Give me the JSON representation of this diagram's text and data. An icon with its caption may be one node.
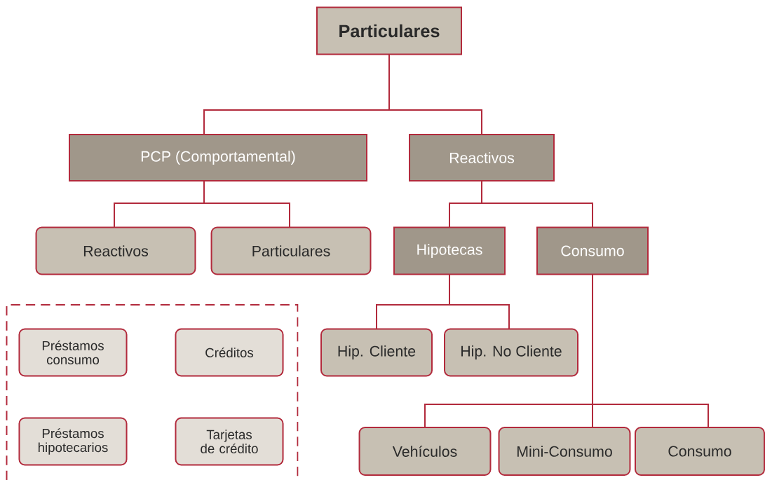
{
  "diagram": {
    "nodes": [
      {
        "text": [
          "Particulares"
        ]
      },
      {
        "text": [
          "PCP (Comportamental)"
        ]
      },
      {
        "text": [
          "Reactivos"
        ]
      },
      {
        "text": [
          "Reactivos"
        ]
      },
      {
        "text": [
          "Particulares"
        ]
      },
      {
        "text": [
          "Hipotecas"
        ]
      },
      {
        "text": [
          "Consumo"
        ]
      },
      {
        "text": [],
        "shape": "box"
      },
      {
        "text": [
          "Préstamos consumo"
        ],
        "in": 7
      },
      {
        "text": [
          "Créditos"
        ],
        "in": 7
      },
      {
        "text": [
          "Préstamos hipotecarios"
        ],
        "in": 7
      },
      {
        "text": [
          "Tarjetas de crédito"
        ],
        "in": 7
      },
      {
        "text": [
          "Hip. Cliente"
        ]
      },
      {
        "text": [
          "Hip. No Cliente"
        ]
      },
      {
        "text": [
          "Vehículos"
        ]
      },
      {
        "text": [
          "Mini-Consumo"
        ]
      },
      {
        "text": [
          "Consumo"
        ]
      }
    ],
    "edges": [
      {
        "from": 0,
        "to": 1,
        "arrow": "none"
      },
      {
        "from": 0,
        "to": 2,
        "arrow": "none"
      },
      {
        "from": 1,
        "to": 3,
        "arrow": "none"
      },
      {
        "from": 1,
        "to": 4,
        "arrow": "none"
      },
      {
        "from": 2,
        "to": 5,
        "arrow": "none"
      },
      {
        "from": 2,
        "to": 6,
        "arrow": "none"
      },
      {
        "from": 5,
        "to": 12,
        "arrow": "none"
      },
      {
        "from": 5,
        "to": 13,
        "arrow": "none"
      },
      {
        "from": 6,
        "to": 14,
        "arrow": "none"
      },
      {
        "from": 6,
        "to": 15,
        "arrow": "none"
      },
      {
        "from": 6,
        "to": 16,
        "arrow": "none"
      }
    ]
  }
}
